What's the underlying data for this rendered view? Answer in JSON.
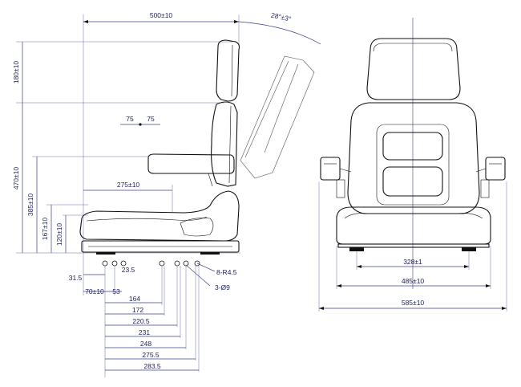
{
  "side_view": {
    "width_total": "500±10",
    "recline_angle": "28°±3°",
    "headrest_height": "180±10",
    "backrest_height": "470±10",
    "seat_height": "385±10",
    "armrest_height": "167±10",
    "cushion_height": "120±10",
    "offset_left": "75",
    "offset_right": "75",
    "armrest_depth": "275±10",
    "slot_spec": "8-R4.5",
    "hole_spec": "3-Ø9",
    "hole_dims": [
      "31.5",
      "70±10",
      "53",
      "23.5",
      "164",
      "172",
      "220.5",
      "231",
      "248",
      "275.5",
      "283.5"
    ]
  },
  "front_view": {
    "mount_width": "328±1",
    "seat_width": "485±10",
    "overall_width": "585±10"
  },
  "colors": {
    "dimension": "#1a1f5c",
    "outline": "#111111"
  }
}
